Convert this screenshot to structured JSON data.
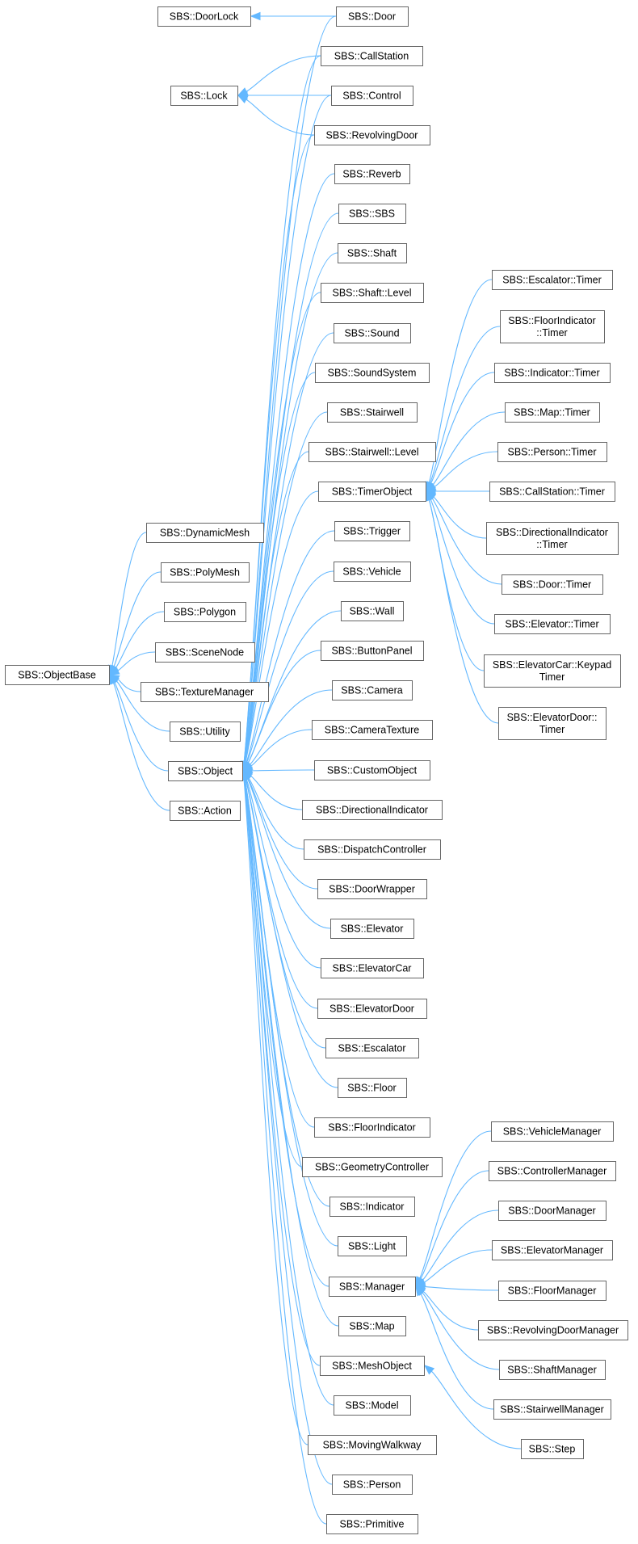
{
  "colors": {
    "edge": "#63b8ff",
    "node_border": "#666666",
    "node_fill": "#ffffff",
    "text": "#000000"
  },
  "nodes": [
    {
      "id": "objectbase",
      "label": [
        "SBS::ObjectBase"
      ]
    },
    {
      "id": "doorlock",
      "label": [
        "SBS::DoorLock"
      ]
    },
    {
      "id": "lock",
      "label": [
        "SBS::Lock"
      ]
    },
    {
      "id": "dynamicmesh",
      "label": [
        "SBS::DynamicMesh"
      ]
    },
    {
      "id": "polymesh",
      "label": [
        "SBS::PolyMesh"
      ]
    },
    {
      "id": "polygon",
      "label": [
        "SBS::Polygon"
      ]
    },
    {
      "id": "scenenode",
      "label": [
        "SBS::SceneNode"
      ]
    },
    {
      "id": "texturemanager",
      "label": [
        "SBS::TextureManager"
      ]
    },
    {
      "id": "utility",
      "label": [
        "SBS::Utility"
      ]
    },
    {
      "id": "object",
      "label": [
        "SBS::Object"
      ]
    },
    {
      "id": "action",
      "label": [
        "SBS::Action"
      ]
    },
    {
      "id": "door",
      "label": [
        "SBS::Door"
      ]
    },
    {
      "id": "callstation",
      "label": [
        "SBS::CallStation"
      ]
    },
    {
      "id": "control",
      "label": [
        "SBS::Control"
      ]
    },
    {
      "id": "revolvingdoor",
      "label": [
        "SBS::RevolvingDoor"
      ]
    },
    {
      "id": "reverb",
      "label": [
        "SBS::Reverb"
      ]
    },
    {
      "id": "sbs",
      "label": [
        "SBS::SBS"
      ]
    },
    {
      "id": "shaft",
      "label": [
        "SBS::Shaft"
      ]
    },
    {
      "id": "shaftlevel",
      "label": [
        "SBS::Shaft::Level"
      ]
    },
    {
      "id": "sound",
      "label": [
        "SBS::Sound"
      ]
    },
    {
      "id": "soundsystem",
      "label": [
        "SBS::SoundSystem"
      ]
    },
    {
      "id": "stairwell",
      "label": [
        "SBS::Stairwell"
      ]
    },
    {
      "id": "stairwelllevel",
      "label": [
        "SBS::Stairwell::Level"
      ]
    },
    {
      "id": "timerobject",
      "label": [
        "SBS::TimerObject"
      ]
    },
    {
      "id": "trigger",
      "label": [
        "SBS::Trigger"
      ]
    },
    {
      "id": "vehicle",
      "label": [
        "SBS::Vehicle"
      ]
    },
    {
      "id": "wall",
      "label": [
        "SBS::Wall"
      ]
    },
    {
      "id": "buttonpanel",
      "label": [
        "SBS::ButtonPanel"
      ]
    },
    {
      "id": "camera",
      "label": [
        "SBS::Camera"
      ]
    },
    {
      "id": "cameratexture",
      "label": [
        "SBS::CameraTexture"
      ]
    },
    {
      "id": "customobject",
      "label": [
        "SBS::CustomObject"
      ]
    },
    {
      "id": "directionalindicator",
      "label": [
        "SBS::DirectionalIndicator"
      ]
    },
    {
      "id": "dispatchcontroller",
      "label": [
        "SBS::DispatchController"
      ]
    },
    {
      "id": "doorwrapper",
      "label": [
        "SBS::DoorWrapper"
      ]
    },
    {
      "id": "elevator",
      "label": [
        "SBS::Elevator"
      ]
    },
    {
      "id": "elevatorcar",
      "label": [
        "SBS::ElevatorCar"
      ]
    },
    {
      "id": "elevatordoor",
      "label": [
        "SBS::ElevatorDoor"
      ]
    },
    {
      "id": "escalator",
      "label": [
        "SBS::Escalator"
      ]
    },
    {
      "id": "floor",
      "label": [
        "SBS::Floor"
      ]
    },
    {
      "id": "floorindicator",
      "label": [
        "SBS::FloorIndicator"
      ]
    },
    {
      "id": "geometrycontroller",
      "label": [
        "SBS::GeometryController"
      ]
    },
    {
      "id": "indicator",
      "label": [
        "SBS::Indicator"
      ]
    },
    {
      "id": "light",
      "label": [
        "SBS::Light"
      ]
    },
    {
      "id": "manager",
      "label": [
        "SBS::Manager"
      ]
    },
    {
      "id": "map",
      "label": [
        "SBS::Map"
      ]
    },
    {
      "id": "meshobject",
      "label": [
        "SBS::MeshObject"
      ]
    },
    {
      "id": "model",
      "label": [
        "SBS::Model"
      ]
    },
    {
      "id": "movingwalkway",
      "label": [
        "SBS::MovingWalkway"
      ]
    },
    {
      "id": "person",
      "label": [
        "SBS::Person"
      ]
    },
    {
      "id": "primitive",
      "label": [
        "SBS::Primitive"
      ]
    },
    {
      "id": "escalatortimer",
      "label": [
        "SBS::Escalator::Timer"
      ]
    },
    {
      "id": "floorindicatortimer",
      "label": [
        "SBS::FloorIndicator",
        "::Timer"
      ]
    },
    {
      "id": "indicatortimer",
      "label": [
        "SBS::Indicator::Timer"
      ]
    },
    {
      "id": "maptimer",
      "label": [
        "SBS::Map::Timer"
      ]
    },
    {
      "id": "persontimer",
      "label": [
        "SBS::Person::Timer"
      ]
    },
    {
      "id": "callstationtimer",
      "label": [
        "SBS::CallStation::Timer"
      ]
    },
    {
      "id": "directionalindicatortimer",
      "label": [
        "SBS::DirectionalIndicator",
        "::Timer"
      ]
    },
    {
      "id": "doortimer",
      "label": [
        "SBS::Door::Timer"
      ]
    },
    {
      "id": "elevatortimer",
      "label": [
        "SBS::Elevator::Timer"
      ]
    },
    {
      "id": "elevatorcarkeypadtimer",
      "label": [
        "SBS::ElevatorCar::Keypad",
        "Timer"
      ]
    },
    {
      "id": "elevatordoortimer",
      "label": [
        "SBS::ElevatorDoor::",
        "Timer"
      ]
    },
    {
      "id": "vehiclemanager",
      "label": [
        "SBS::VehicleManager"
      ]
    },
    {
      "id": "controllermanager",
      "label": [
        "SBS::ControllerManager"
      ]
    },
    {
      "id": "doormanager",
      "label": [
        "SBS::DoorManager"
      ]
    },
    {
      "id": "elevatormanager",
      "label": [
        "SBS::ElevatorManager"
      ]
    },
    {
      "id": "floormanager",
      "label": [
        "SBS::FloorManager"
      ]
    },
    {
      "id": "revolvingdoormanager",
      "label": [
        "SBS::RevolvingDoorManager"
      ]
    },
    {
      "id": "shaftmanager",
      "label": [
        "SBS::ShaftManager"
      ]
    },
    {
      "id": "stairwellmanager",
      "label": [
        "SBS::StairwellManager"
      ]
    },
    {
      "id": "step",
      "label": [
        "SBS::Step"
      ]
    }
  ],
  "edges": [
    [
      "doorlock",
      "door"
    ],
    [
      "lock",
      "callstation"
    ],
    [
      "lock",
      "control"
    ],
    [
      "lock",
      "revolvingdoor"
    ],
    [
      "objectbase",
      "dynamicmesh"
    ],
    [
      "objectbase",
      "polymesh"
    ],
    [
      "objectbase",
      "polygon"
    ],
    [
      "objectbase",
      "scenenode"
    ],
    [
      "objectbase",
      "texturemanager"
    ],
    [
      "objectbase",
      "utility"
    ],
    [
      "objectbase",
      "object"
    ],
    [
      "objectbase",
      "action"
    ],
    [
      "object",
      "door"
    ],
    [
      "object",
      "callstation"
    ],
    [
      "object",
      "control"
    ],
    [
      "object",
      "revolvingdoor"
    ],
    [
      "object",
      "reverb"
    ],
    [
      "object",
      "sbs"
    ],
    [
      "object",
      "shaft"
    ],
    [
      "object",
      "shaftlevel"
    ],
    [
      "object",
      "sound"
    ],
    [
      "object",
      "soundsystem"
    ],
    [
      "object",
      "stairwell"
    ],
    [
      "object",
      "stairwelllevel"
    ],
    [
      "object",
      "timerobject"
    ],
    [
      "object",
      "trigger"
    ],
    [
      "object",
      "vehicle"
    ],
    [
      "object",
      "wall"
    ],
    [
      "object",
      "buttonpanel"
    ],
    [
      "object",
      "camera"
    ],
    [
      "object",
      "cameratexture"
    ],
    [
      "object",
      "customobject"
    ],
    [
      "object",
      "directionalindicator"
    ],
    [
      "object",
      "dispatchcontroller"
    ],
    [
      "object",
      "doorwrapper"
    ],
    [
      "object",
      "elevator"
    ],
    [
      "object",
      "elevatorcar"
    ],
    [
      "object",
      "elevatordoor"
    ],
    [
      "object",
      "escalator"
    ],
    [
      "object",
      "floor"
    ],
    [
      "object",
      "floorindicator"
    ],
    [
      "object",
      "geometrycontroller"
    ],
    [
      "object",
      "indicator"
    ],
    [
      "object",
      "light"
    ],
    [
      "object",
      "manager"
    ],
    [
      "object",
      "map"
    ],
    [
      "object",
      "meshobject"
    ],
    [
      "object",
      "model"
    ],
    [
      "object",
      "movingwalkway"
    ],
    [
      "object",
      "person"
    ],
    [
      "object",
      "primitive"
    ],
    [
      "timerobject",
      "escalatortimer"
    ],
    [
      "timerobject",
      "floorindicatortimer"
    ],
    [
      "timerobject",
      "indicatortimer"
    ],
    [
      "timerobject",
      "maptimer"
    ],
    [
      "timerobject",
      "persontimer"
    ],
    [
      "timerobject",
      "callstationtimer"
    ],
    [
      "timerobject",
      "directionalindicatortimer"
    ],
    [
      "timerobject",
      "doortimer"
    ],
    [
      "timerobject",
      "elevatortimer"
    ],
    [
      "timerobject",
      "elevatorcarkeypadtimer"
    ],
    [
      "timerobject",
      "elevatordoortimer"
    ],
    [
      "manager",
      "vehiclemanager"
    ],
    [
      "manager",
      "controllermanager"
    ],
    [
      "manager",
      "doormanager"
    ],
    [
      "manager",
      "elevatormanager"
    ],
    [
      "manager",
      "floormanager"
    ],
    [
      "manager",
      "revolvingdoormanager"
    ],
    [
      "manager",
      "shaftmanager"
    ],
    [
      "manager",
      "stairwellmanager"
    ],
    [
      "meshobject",
      "step"
    ]
  ]
}
